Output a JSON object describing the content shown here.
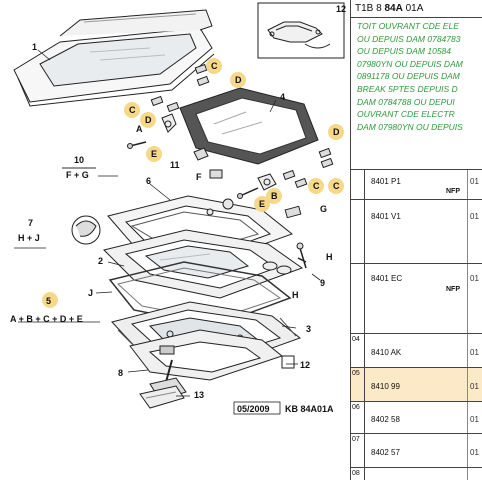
{
  "sheet": {
    "ref_prefix": "T1B 8",
    "ref_group": "84A",
    "ref_suffix": "01A",
    "date_box": "05/2009",
    "drawing_ref": "KB 84A01A"
  },
  "callouts": {
    "c1": "1",
    "c2": "2",
    "c3": "3",
    "c4": "4",
    "c5": "5",
    "c6": "6",
    "c7": "7",
    "c8": "8",
    "c9": "9",
    "c10": "10",
    "c11": "11",
    "c12": "12",
    "c12b": "12",
    "c13": "13",
    "fg": "F + G",
    "hj": "H + J",
    "abcde": "A + B + C + D + E",
    "A": "A",
    "B": "B",
    "C": "C",
    "D": "D",
    "E": "E",
    "F": "F",
    "G": "G",
    "H": "H",
    "J": "J"
  },
  "notes_lines": [
    "TOIT OUVRANT CDE ELE",
    "OU DEPUIS DAM 0784783",
    "OU DEPUIS DAM 10584",
    "07980YN OU DEPUIS DAM",
    "0891178 OU DEPUIS DAM",
    "BREAK 5PTES DEPUIS D",
    "DAM 0784788 OU DEPUI",
    "OUVRANT CDE ELECTR",
    "DAM 07980YN OU DEPUIS"
  ],
  "rows": [
    {
      "idx": "",
      "code": "8401 P1",
      "nfp": "NFP",
      "qty": "01"
    },
    {
      "idx": "",
      "code": "8401 V1",
      "nfp": "",
      "qty": "01"
    },
    {
      "idx": "",
      "code": "8401 EC",
      "nfp": "NFP",
      "qty": "01"
    },
    {
      "idx": "04",
      "code": "8410 AK",
      "nfp": "",
      "qty": "01"
    },
    {
      "idx": "05",
      "code": "8410 99",
      "nfp": "",
      "qty": "01"
    },
    {
      "idx": "06",
      "code": "8402 58",
      "nfp": "",
      "qty": "01"
    },
    {
      "idx": "07",
      "code": "8402 57",
      "nfp": "",
      "qty": "01"
    },
    {
      "idx": "08",
      "code": "",
      "nfp": "",
      "qty": ""
    }
  ],
  "colors": {
    "highlight_circle": "#f6d88a",
    "row_highlight": "#fbe9c8",
    "notes_green": "#2f9a3a"
  }
}
